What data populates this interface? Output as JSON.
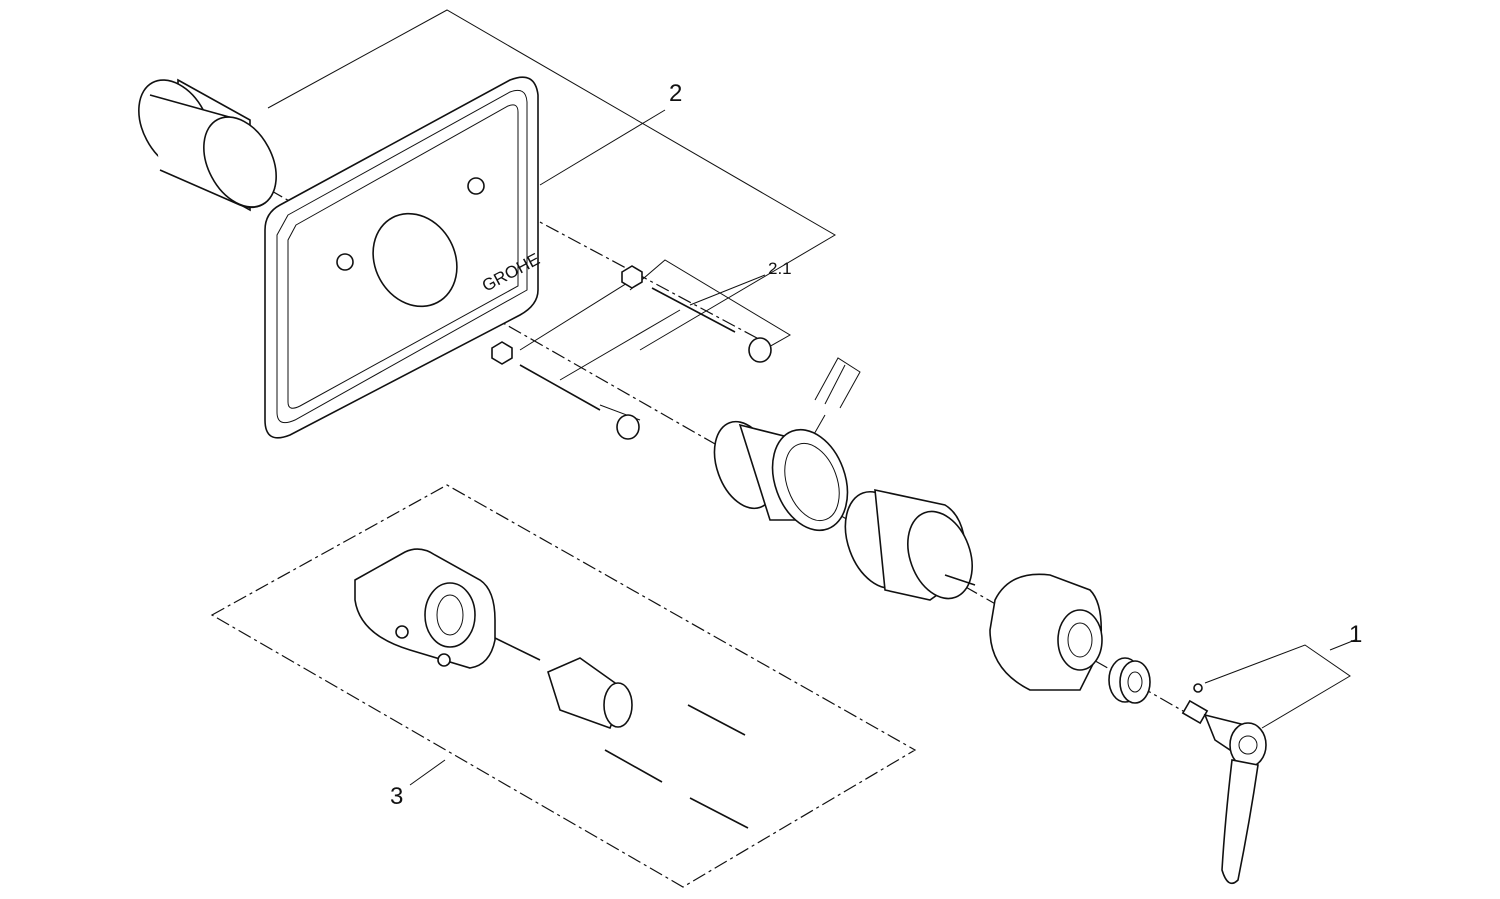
{
  "diagram": {
    "type": "exploded-parts-drawing",
    "callouts": {
      "handle": "1",
      "cover_plate": "2",
      "screw_set": "2.1",
      "kit": "3"
    },
    "logo_text": "GROHE"
  }
}
